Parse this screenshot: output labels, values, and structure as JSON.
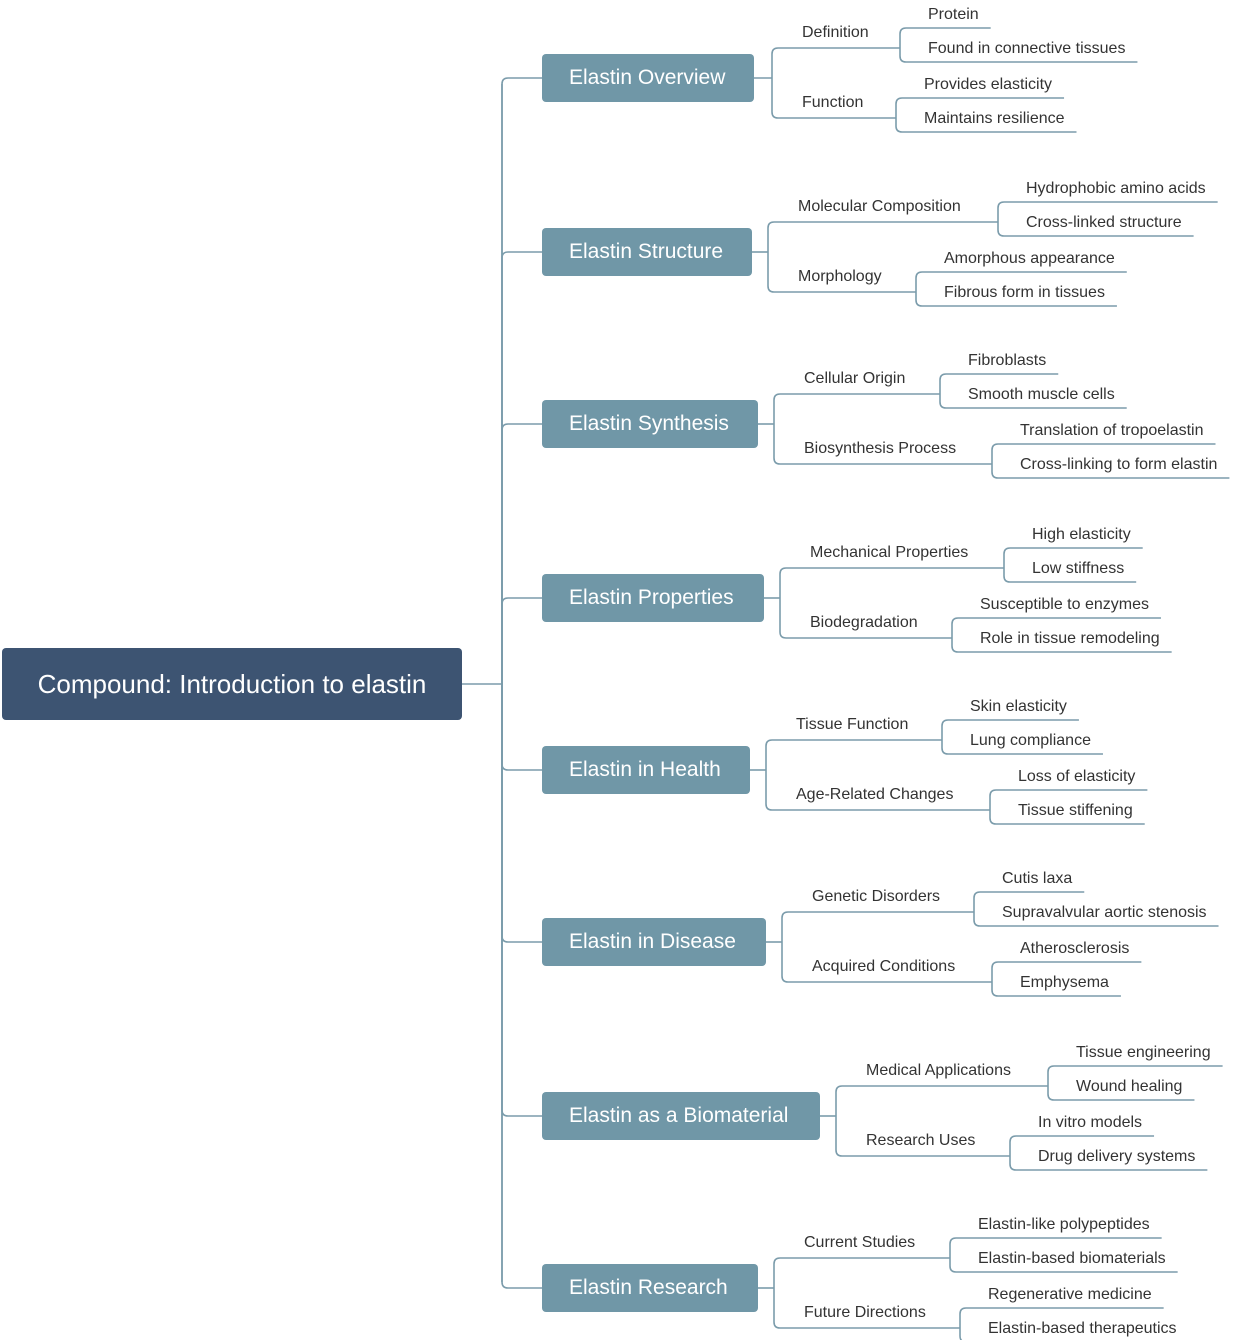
{
  "root": {
    "label": "Compound: Introduction to elastin"
  },
  "branches": [
    {
      "label": "Elastin Overview",
      "subs": [
        {
          "label": "Definition",
          "leaves": [
            "Protein",
            "Found in connective tissues"
          ]
        },
        {
          "label": "Function",
          "leaves": [
            "Provides elasticity",
            "Maintains resilience"
          ]
        }
      ]
    },
    {
      "label": "Elastin Structure",
      "subs": [
        {
          "label": "Molecular Composition",
          "leaves": [
            "Hydrophobic amino acids",
            "Cross-linked structure"
          ]
        },
        {
          "label": "Morphology",
          "leaves": [
            "Amorphous appearance",
            "Fibrous form in tissues"
          ]
        }
      ]
    },
    {
      "label": "Elastin Synthesis",
      "subs": [
        {
          "label": "Cellular Origin",
          "leaves": [
            "Fibroblasts",
            "Smooth muscle cells"
          ]
        },
        {
          "label": "Biosynthesis Process",
          "leaves": [
            "Translation of tropoelastin",
            "Cross-linking to form elastin"
          ]
        }
      ]
    },
    {
      "label": "Elastin Properties",
      "subs": [
        {
          "label": "Mechanical Properties",
          "leaves": [
            "High elasticity",
            "Low stiffness"
          ]
        },
        {
          "label": "Biodegradation",
          "leaves": [
            "Susceptible to enzymes",
            "Role in tissue remodeling"
          ]
        }
      ]
    },
    {
      "label": "Elastin in Health",
      "subs": [
        {
          "label": "Tissue Function",
          "leaves": [
            "Skin elasticity",
            "Lung compliance"
          ]
        },
        {
          "label": "Age-Related Changes",
          "leaves": [
            "Loss of elasticity",
            "Tissue stiffening"
          ]
        }
      ]
    },
    {
      "label": "Elastin in Disease",
      "subs": [
        {
          "label": "Genetic Disorders",
          "leaves": [
            "Cutis laxa",
            "Supravalvular aortic stenosis"
          ]
        },
        {
          "label": "Acquired Conditions",
          "leaves": [
            "Atherosclerosis",
            "Emphysema"
          ]
        }
      ]
    },
    {
      "label": "Elastin as a Biomaterial",
      "subs": [
        {
          "label": "Medical Applications",
          "leaves": [
            "Tissue engineering",
            "Wound healing"
          ]
        },
        {
          "label": "Research Uses",
          "leaves": [
            "In vitro models",
            "Drug delivery systems"
          ]
        }
      ]
    },
    {
      "label": "Elastin Research",
      "subs": [
        {
          "label": "Current Studies",
          "leaves": [
            "Elastin-like polypeptides",
            "Elastin-based biomaterials"
          ]
        },
        {
          "label": "Future Directions",
          "leaves": [
            "Regenerative medicine",
            "Elastin-based therapeutics"
          ]
        }
      ]
    }
  ],
  "colors": {
    "root": "#3d5472",
    "branch": "#7097a7",
    "line": "#7b9cab",
    "text": "#333333"
  }
}
